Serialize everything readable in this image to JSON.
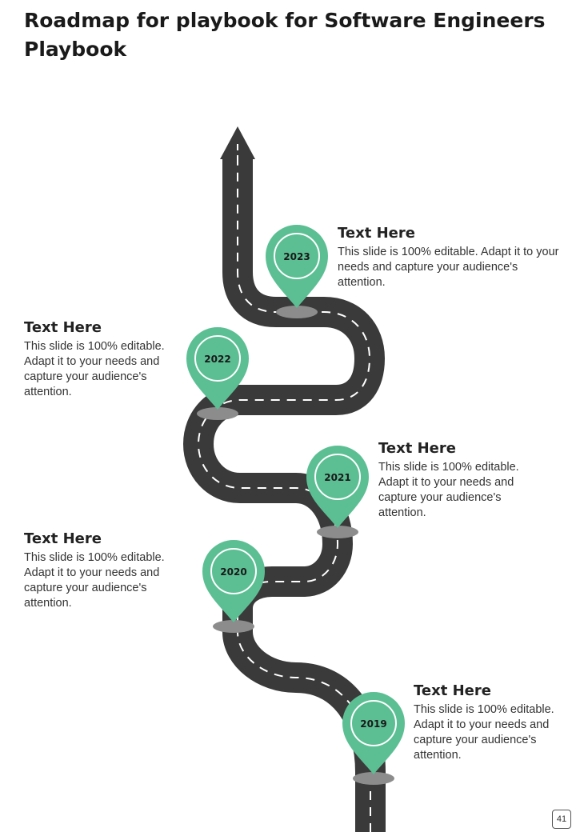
{
  "page": {
    "title": "Roadmap for playbook for Software Engineers Playbook",
    "page_number": "41"
  },
  "colors": {
    "road": "#3a3a3a",
    "lane_marking": "#ffffff",
    "pin": "#5cbf93",
    "pin_shadow": "#8c8c8c",
    "year_text": "#1a1a1a"
  },
  "milestones": [
    {
      "year": "2023",
      "heading": "Text Here",
      "text": "This slide is 100% editable. Adapt it to your needs and capture your audience's attention."
    },
    {
      "year": "2022",
      "heading": "Text Here",
      "text": "This slide is 100% editable. Adapt it to your needs and capture your audience's attention."
    },
    {
      "year": "2021",
      "heading": "Text Here",
      "text": "This slide is 100% editable. Adapt it to your needs and capture your audience's attention."
    },
    {
      "year": "2020",
      "heading": "Text Here",
      "text": "This slide is 100% editable. Adapt it to your needs and capture your audience's attention."
    },
    {
      "year": "2019",
      "heading": "Text Here",
      "text": "This slide is 100% editable. Adapt it to your needs and capture your audience's attention."
    }
  ]
}
